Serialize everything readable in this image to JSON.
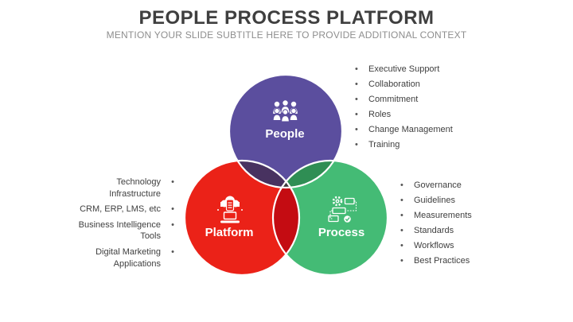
{
  "slide": {
    "title": "PEOPLE PROCESS PLATFORM",
    "subtitle": "MENTION YOUR SLIDE SUBTITLE HERE TO PROVIDE ADDITIONAL CONTEXT",
    "background_color": "#FFFFFF",
    "title_color": "#3F3F3F",
    "subtitle_color": "#8E8E8E"
  },
  "bullet_char": "•",
  "venn": {
    "outline_color": "#FFFFFF",
    "center_overlap_color": "#3B3A3C",
    "circles": [
      {
        "label": "People",
        "color": "#5B4E9E",
        "icon": "people-group-icon"
      },
      {
        "label": "Platform",
        "color": "#EB2218",
        "icon": "cloud-device-laptop-icon"
      },
      {
        "label": "Process",
        "color": "#44BB75",
        "icon": "workflow-gear-icon"
      }
    ],
    "overlaps": {
      "people_platform": "#483260",
      "people_process": "#2F8E54",
      "platform_process": "#C40C12"
    }
  },
  "lists": {
    "people": [
      "Executive Support",
      "Collaboration",
      "Commitment",
      "Roles",
      "Change Management",
      "Training"
    ],
    "platform": [
      "Technology Infrastructure",
      "CRM, ERP, LMS, etc",
      "Business Intelligence Tools",
      "Digital Marketing Applications"
    ],
    "process": [
      "Governance",
      "Guidelines",
      "Measurements",
      "Standards",
      "Workflows",
      "Best Practices"
    ]
  }
}
